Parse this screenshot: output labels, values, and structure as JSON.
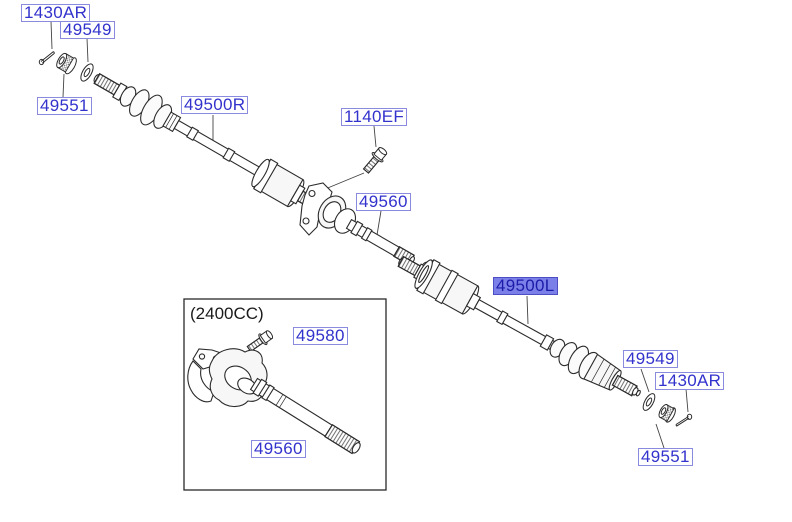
{
  "diagram_type": "exploded-parts-diagram",
  "labels": [
    {
      "text": "1430AR",
      "highlighted": false
    },
    {
      "text": "49549",
      "highlighted": false
    },
    {
      "text": "49551",
      "highlighted": false
    },
    {
      "text": "49500R",
      "highlighted": false
    },
    {
      "text": "1140EF",
      "highlighted": false
    },
    {
      "text": "49560",
      "highlighted": false
    },
    {
      "text": "49500L",
      "highlighted": true
    },
    {
      "text": "49549",
      "highlighted": false
    },
    {
      "text": "1430AR",
      "highlighted": false
    },
    {
      "text": "49551",
      "highlighted": false
    },
    {
      "text": "49580",
      "highlighted": false
    },
    {
      "text": "49560",
      "highlighted": false
    }
  ],
  "inset": {
    "caption": "(2400CC)"
  },
  "colors": {
    "label_text": "#3232cd",
    "label_border": "#8a8ade",
    "label_bg": "#ffffff",
    "hl_bg": "#7b80e8",
    "hl_border": "#4d4dc4",
    "hl_text": "#1c1caa",
    "line": "#2b2b2b",
    "leader": "#444444",
    "caption": "#1a1a1a",
    "bg": "#ffffff"
  }
}
